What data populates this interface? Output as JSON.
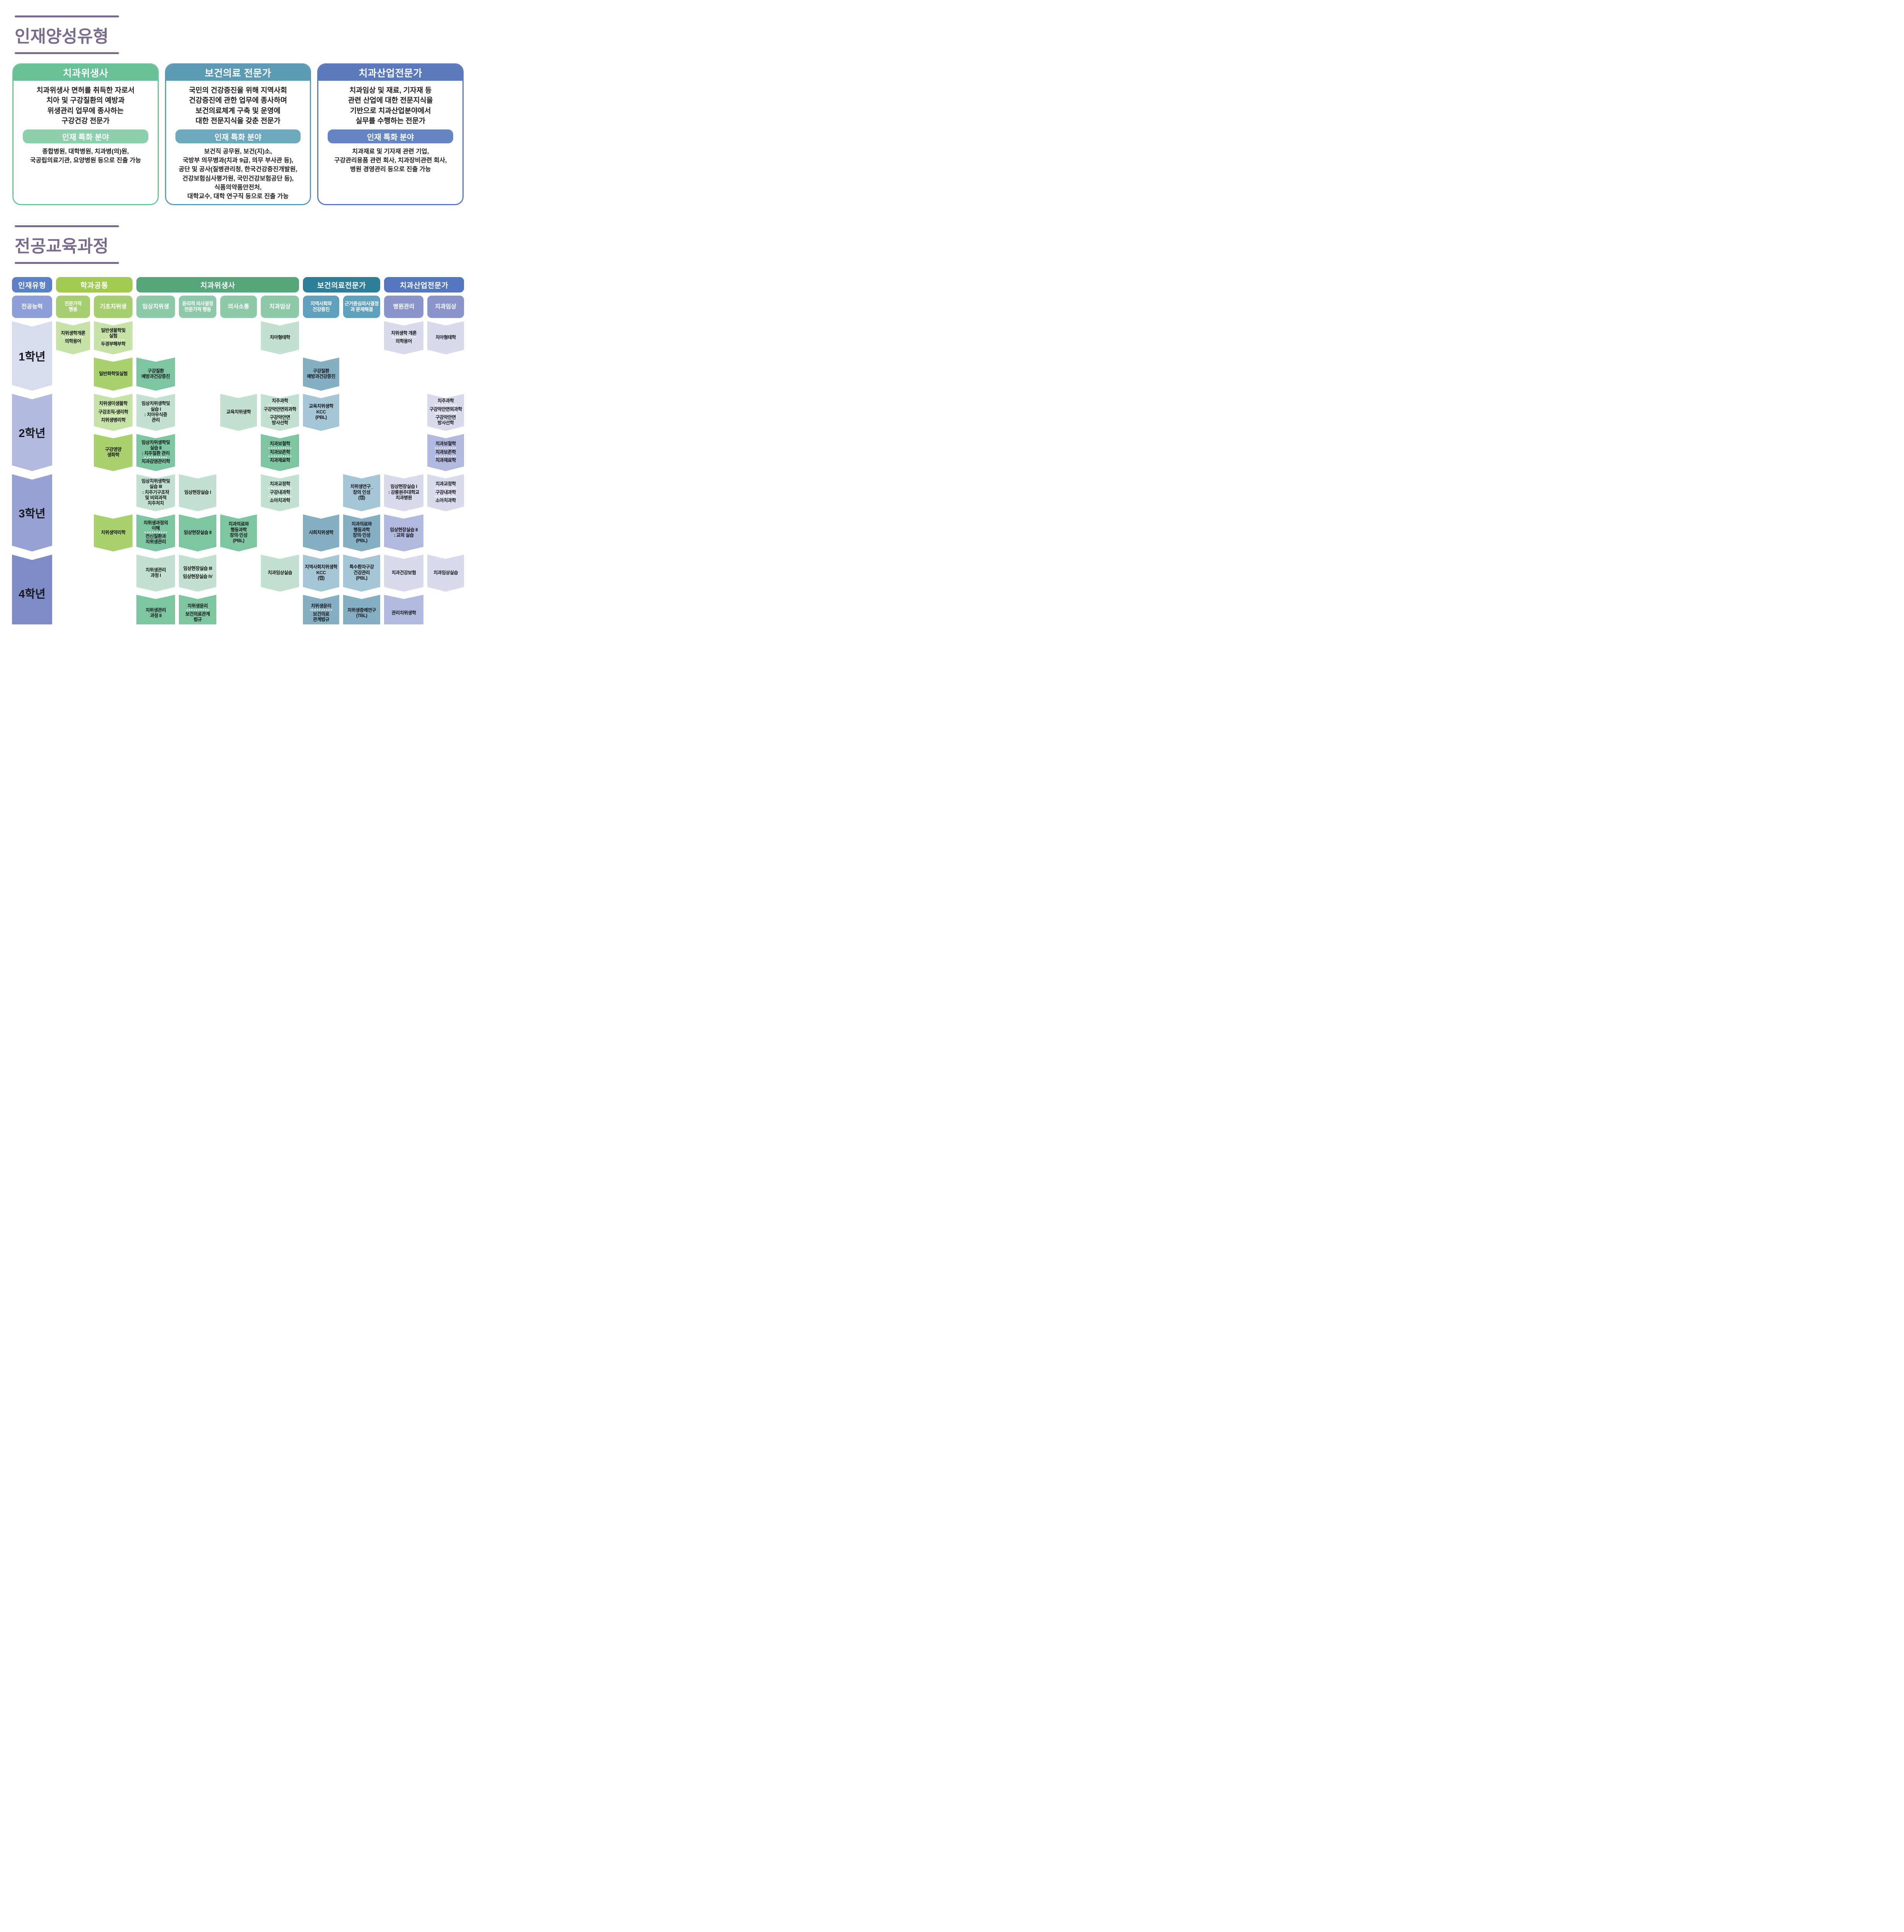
{
  "accent_color": "#7a6b8c",
  "talent": {
    "title": "인재양성유형",
    "pill_label": "인재 특화 분야",
    "cards": [
      {
        "header": "치과위생사",
        "description": [
          "치과위생사 면허를 취득한 자로서",
          "치아 및 구강질환의 예방과",
          "위생관리 업무에 종사하는",
          "구강건강 전문가"
        ],
        "pill": "인재 특화 분야",
        "fields": [
          "종합병원, 대학병원, 치과병(의)원,",
          "국공립의료기관, 요양병원 등으로 진출 가능"
        ],
        "colors": {
          "header": "#67c096",
          "pill": "#8ed0ad",
          "border": "#70c49c"
        }
      },
      {
        "header": "보건의료 전문가",
        "description": [
          "국민의 건강증진을 위해 지역사회",
          "건강증진에 관한 업무에 종사하며",
          "보건의료체계 구축 및 운영에",
          "대한 전문지식을 갖춘 전문가"
        ],
        "pill": "인재 특화 분야",
        "fields": [
          "보건직 공무원, 보건(지)소,",
          "국방부 의무병과(치과 9급, 의무 부사관 등),",
          "공단 및 공사(질병관리청, 한국건강증진개발원,",
          "건강보험심사평가원, 국민건강보험공단 등),",
          "식품의약품안전처,",
          "대학교수, 대학 연구직 등으로 진출 가능"
        ],
        "colors": {
          "header": "#5d9ab3",
          "pill": "#6ea8bf",
          "border": "#5d9ab3"
        }
      },
      {
        "header": "치과산업전문가",
        "description": [
          "치과임상 및 재료, 기자재 등",
          "관련 산업에 대한 전문지식을",
          "기반으로 치과산업분야에서",
          "실무를 수행하는 전문가"
        ],
        "pill": "인재 특화 분야",
        "fields": [
          "치과재료 및 기자재 관련 기업,",
          "구강관리용품 관련 회사, 치과장비관련 회사,",
          "병원 경영관리 등으로 진출 가능"
        ],
        "colors": {
          "header": "#5a7abc",
          "pill": "#6585c3",
          "border": "#5a7abc"
        }
      }
    ]
  },
  "curriculum": {
    "title": "전공교육과정",
    "palettes": {
      "green": {
        "light": "#c7e2a6",
        "dark": "#a9d26e"
      },
      "mint": {
        "light": "#c2e1d0",
        "dark": "#7ec5a1"
      },
      "blue": {
        "light": "#a6c6d5",
        "dark": "#85afc3"
      },
      "lavender": {
        "light": "#d9dbed",
        "dark": "#b1bade"
      }
    },
    "year_colors": [
      "#d8dcef",
      "#b2bbdf",
      "#95a2d3",
      "#7d8cc7"
    ],
    "row1": [
      {
        "label": "인재유형",
        "color": "#5b80c5",
        "col": 1,
        "span": 1
      },
      {
        "label": "학과공통",
        "color": "#a1ca52",
        "col": 2,
        "span": 2
      },
      {
        "label": "치과위생사",
        "color": "#57a67b",
        "col": 4,
        "span": 4
      },
      {
        "label": "보건의료전문가",
        "color": "#2f7e98",
        "col": 8,
        "span": 2
      },
      {
        "label": "치과산업전문가",
        "color": "#5477c0",
        "col": 10,
        "span": 2
      }
    ],
    "row2": [
      {
        "lines": [
          "전공능력"
        ],
        "color": "#8e9ed8",
        "col": 1,
        "small": false
      },
      {
        "lines": [
          "전문가적",
          "행동"
        ],
        "color": "#a6d06f",
        "col": 2,
        "small": true
      },
      {
        "lines": [
          "기초치위생"
        ],
        "color": "#a6d06f",
        "col": 3,
        "small": false
      },
      {
        "lines": [
          "임상치위생"
        ],
        "color": "#8ecaa9",
        "col": 4,
        "small": false
      },
      {
        "lines": [
          "윤리적 의사결정",
          "전문가적 행동"
        ],
        "color": "#8ecaa9",
        "col": 5,
        "small": true
      },
      {
        "lines": [
          "의사소통"
        ],
        "color": "#8ecaa9",
        "col": 6,
        "small": false
      },
      {
        "lines": [
          "치과임상"
        ],
        "color": "#8ecaa9",
        "col": 7,
        "small": false
      },
      {
        "lines": [
          "지역사회와",
          "건강증진"
        ],
        "color": "#5fa0bc",
        "col": 8,
        "small": true
      },
      {
        "lines": [
          "근거중심의사결정",
          "과 문제해결"
        ],
        "color": "#5fa0bc",
        "col": 9,
        "small": true
      },
      {
        "lines": [
          "병원관리"
        ],
        "color": "#8a95ce",
        "col": 10,
        "small": false
      },
      {
        "lines": [
          "치과임상"
        ],
        "color": "#8a95ce",
        "col": 11,
        "small": false
      }
    ],
    "years": [
      "1학년",
      "2학년",
      "3학년",
      "4학년"
    ],
    "courses": [
      {
        "year": 1,
        "sub": "A",
        "col": 2,
        "palette": "green",
        "lines": [
          "치위생학개론",
          "---",
          "의학용어"
        ]
      },
      {
        "year": 1,
        "sub": "A",
        "col": 3,
        "palette": "green",
        "lines": [
          "일반생물학및",
          "실험",
          "---",
          "두경부해부학"
        ]
      },
      {
        "year": 1,
        "sub": "A",
        "col": 7,
        "palette": "mint",
        "lines": [
          "치아형태학"
        ]
      },
      {
        "year": 1,
        "sub": "A",
        "col": 10,
        "palette": "lavender",
        "lines": [
          "치위생학 개론",
          "---",
          "의학용어"
        ]
      },
      {
        "year": 1,
        "sub": "A",
        "col": 11,
        "palette": "lavender",
        "lines": [
          "치아형태학"
        ]
      },
      {
        "year": 1,
        "sub": "B",
        "col": 3,
        "palette": "green",
        "lines": [
          "일반화학및실험"
        ]
      },
      {
        "year": 1,
        "sub": "B",
        "col": 4,
        "palette": "mint",
        "lines": [
          "구강질환",
          "예방과건강증진"
        ]
      },
      {
        "year": 1,
        "sub": "B",
        "col": 8,
        "palette": "blue",
        "lines": [
          "구강질환",
          "예방과건강증진"
        ]
      },
      {
        "year": 2,
        "sub": "A",
        "col": 3,
        "palette": "green",
        "lines": [
          "치위생미생물학",
          "---",
          "구강조직-생리학",
          "---",
          "치위생병리학"
        ]
      },
      {
        "year": 2,
        "sub": "A",
        "col": 4,
        "palette": "mint",
        "lines": [
          "임상치위생학및",
          "실습 I",
          ": 치아우식증",
          "관리"
        ]
      },
      {
        "year": 2,
        "sub": "A",
        "col": 6,
        "palette": "mint",
        "lines": [
          "교육치위생학"
        ]
      },
      {
        "year": 2,
        "sub": "A",
        "col": 7,
        "palette": "mint",
        "lines": [
          "치주과학",
          "---",
          "구강악안면외과학",
          "---",
          "구강악안면",
          "방사선학"
        ]
      },
      {
        "year": 2,
        "sub": "A",
        "col": 8,
        "palette": "blue",
        "lines": [
          "교육치위생학",
          "KCC",
          "(PBL)"
        ]
      },
      {
        "year": 2,
        "sub": "A",
        "col": 11,
        "palette": "lavender",
        "lines": [
          "치주과학",
          "---",
          "구강악안면외과학",
          "---",
          "구강악안면",
          "방사선학"
        ]
      },
      {
        "year": 2,
        "sub": "B",
        "col": 3,
        "palette": "green",
        "lines": [
          "구강영양",
          "생화학"
        ]
      },
      {
        "year": 2,
        "sub": "B",
        "col": 4,
        "palette": "mint",
        "lines": [
          "임상치위생학및",
          "실습 II",
          ": 치주질환 관리",
          "---",
          "치과감염관리학"
        ]
      },
      {
        "year": 2,
        "sub": "B",
        "col": 7,
        "palette": "mint",
        "lines": [
          "치과보철학",
          "---",
          "치과보존학",
          "---",
          "치과재료학"
        ]
      },
      {
        "year": 2,
        "sub": "B",
        "col": 11,
        "palette": "lavender",
        "lines": [
          "치과보철학",
          "---",
          "치과보존학",
          "---",
          "치과재료학"
        ]
      },
      {
        "year": 3,
        "sub": "A",
        "col": 4,
        "palette": "mint",
        "lines": [
          "임상치위생학및",
          "실습 III",
          ": 치주기구조작",
          "및 비외과적",
          "치주처치"
        ]
      },
      {
        "year": 3,
        "sub": "A",
        "col": 5,
        "palette": "mint",
        "lines": [
          "임상현장실습 I"
        ]
      },
      {
        "year": 3,
        "sub": "A",
        "col": 7,
        "palette": "mint",
        "lines": [
          "치과교정학",
          "---",
          "구강내과학",
          "---",
          "소아치과학"
        ]
      },
      {
        "year": 3,
        "sub": "A",
        "col": 9,
        "palette": "blue",
        "lines": [
          "치위생연구_",
          "창의 인성",
          "(캡)"
        ]
      },
      {
        "year": 3,
        "sub": "A",
        "col": 10,
        "palette": "lavender",
        "lines": [
          "임상현장실습 I",
          ": 강릉원주대학교",
          "치과병원"
        ]
      },
      {
        "year": 3,
        "sub": "A",
        "col": 11,
        "palette": "lavender",
        "lines": [
          "치과교정학",
          "---",
          "구강내과학",
          "---",
          "소아치과학"
        ]
      },
      {
        "year": 3,
        "sub": "B",
        "col": 3,
        "palette": "green",
        "lines": [
          "치위생약리학"
        ]
      },
      {
        "year": 3,
        "sub": "B",
        "col": 4,
        "palette": "mint",
        "lines": [
          "치위생과정의",
          "이해",
          "---",
          "전신질환과",
          "치위생관리"
        ]
      },
      {
        "year": 3,
        "sub": "B",
        "col": 5,
        "palette": "mint",
        "lines": [
          "임상현장실습 II"
        ]
      },
      {
        "year": 3,
        "sub": "B",
        "col": 6,
        "palette": "mint",
        "lines": [
          "치과의료와",
          "행동과학",
          "창의·인성",
          "(PBL)"
        ]
      },
      {
        "year": 3,
        "sub": "B",
        "col": 8,
        "palette": "blue",
        "lines": [
          "사회치위생학"
        ]
      },
      {
        "year": 3,
        "sub": "B",
        "col": 9,
        "palette": "blue",
        "lines": [
          "치과의료와",
          "행동과학",
          "창의·인성",
          "(PBL)"
        ]
      },
      {
        "year": 3,
        "sub": "B",
        "col": 10,
        "palette": "lavender",
        "lines": [
          "임상현장실습 II",
          ": 교외 실습"
        ]
      },
      {
        "year": 4,
        "sub": "A",
        "col": 4,
        "palette": "mint",
        "lines": [
          "치위생관리",
          "과정 I"
        ]
      },
      {
        "year": 4,
        "sub": "A",
        "col": 5,
        "palette": "mint",
        "lines": [
          "임상현장실습 III",
          "---",
          "임상현장실습 IV"
        ]
      },
      {
        "year": 4,
        "sub": "A",
        "col": 7,
        "palette": "mint",
        "lines": [
          "치과임상실습"
        ]
      },
      {
        "year": 4,
        "sub": "A",
        "col": 8,
        "palette": "blue",
        "lines": [
          "지역사회치위생학",
          "KCC",
          "(캡)"
        ]
      },
      {
        "year": 4,
        "sub": "A",
        "col": 9,
        "palette": "blue",
        "lines": [
          "특수환자구강",
          "건강관리",
          "(PBL)"
        ]
      },
      {
        "year": 4,
        "sub": "A",
        "col": 10,
        "palette": "lavender",
        "lines": [
          "치과건강보험"
        ]
      },
      {
        "year": 4,
        "sub": "A",
        "col": 11,
        "palette": "lavender",
        "lines": [
          "치과임상실습"
        ]
      },
      {
        "year": 4,
        "sub": "B",
        "col": 4,
        "palette": "mint",
        "lines": [
          "치위생관리",
          "과정 II"
        ]
      },
      {
        "year": 4,
        "sub": "B",
        "col": 5,
        "palette": "mint",
        "lines": [
          "치위생윤리",
          "---",
          "보건의료관계",
          "법규"
        ]
      },
      {
        "year": 4,
        "sub": "B",
        "col": 8,
        "palette": "blue",
        "lines": [
          "치위생윤리",
          "---",
          "보건의료",
          "관계법규"
        ]
      },
      {
        "year": 4,
        "sub": "B",
        "col": 9,
        "palette": "blue",
        "lines": [
          "치위생증례연구",
          "(TBL)"
        ]
      },
      {
        "year": 4,
        "sub": "B",
        "col": 10,
        "palette": "lavender",
        "lines": [
          "관리치위생학"
        ]
      }
    ]
  }
}
